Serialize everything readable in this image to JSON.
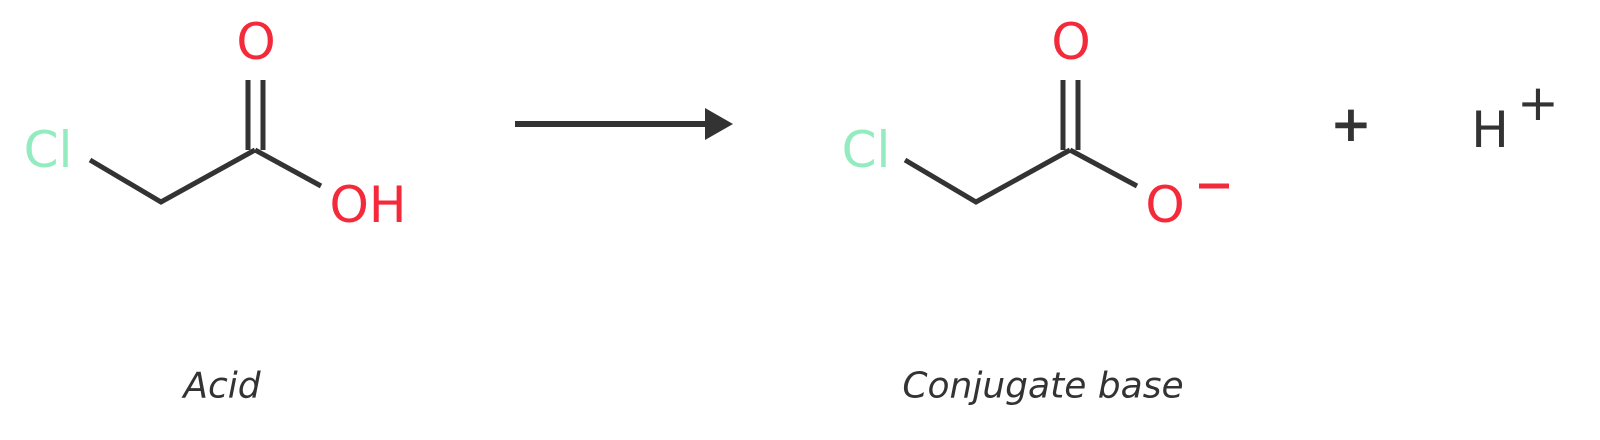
{
  "colors": {
    "bond": "#333333",
    "oxygen": "#f42a3b",
    "chlorine": "#93ecc0",
    "text": "#333333",
    "background": "#ffffff"
  },
  "acid": {
    "label": "Acid",
    "atoms": {
      "chlorine": "Cl",
      "carbonyl_oxygen": "O",
      "hydroxyl": "OH"
    }
  },
  "arrow": {
    "type": "reaction-arrow",
    "direction": "right"
  },
  "conjugate_base": {
    "label": "Conjugate base",
    "atoms": {
      "chlorine": "Cl",
      "carbonyl_oxygen": "O",
      "oxide": "O",
      "charge": "−"
    }
  },
  "plus_sign": "+",
  "proton": {
    "symbol": "H",
    "charge": "+"
  }
}
